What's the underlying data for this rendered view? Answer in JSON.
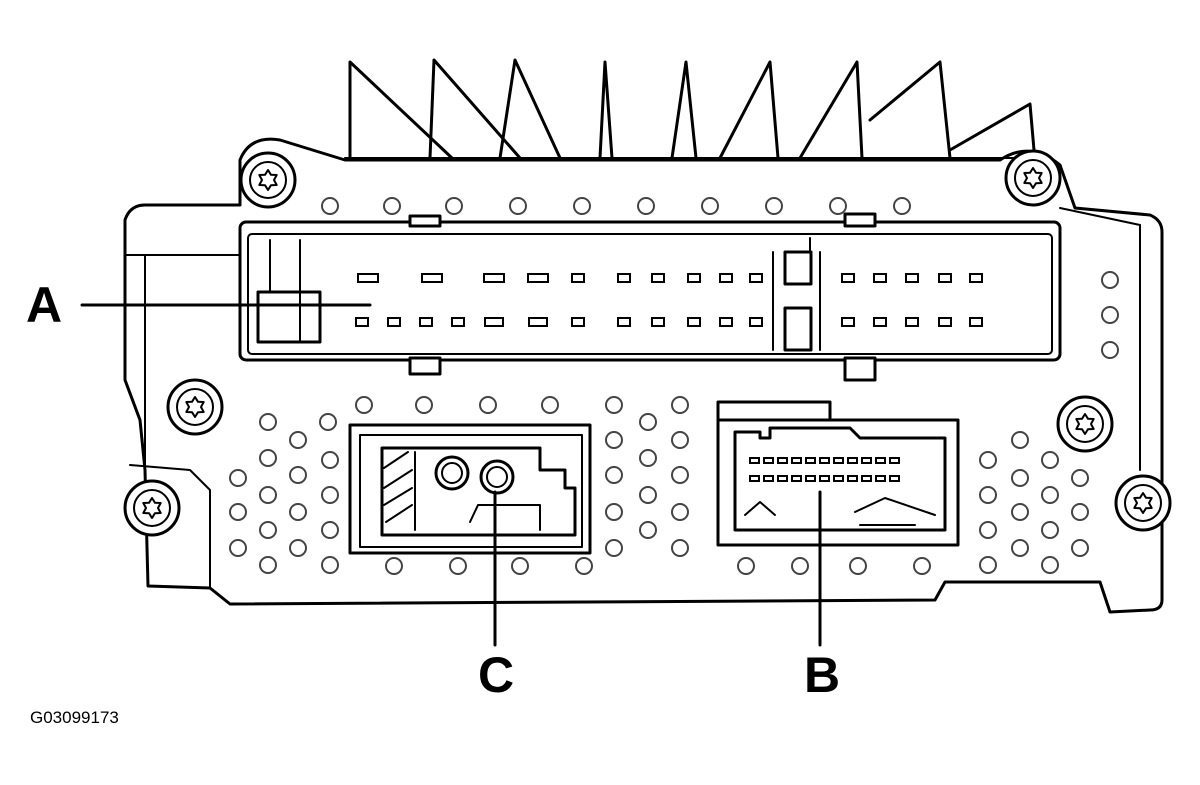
{
  "figure": {
    "callouts": {
      "a": "A",
      "b": "B",
      "c": "C"
    },
    "figure_id": "G03099173"
  }
}
